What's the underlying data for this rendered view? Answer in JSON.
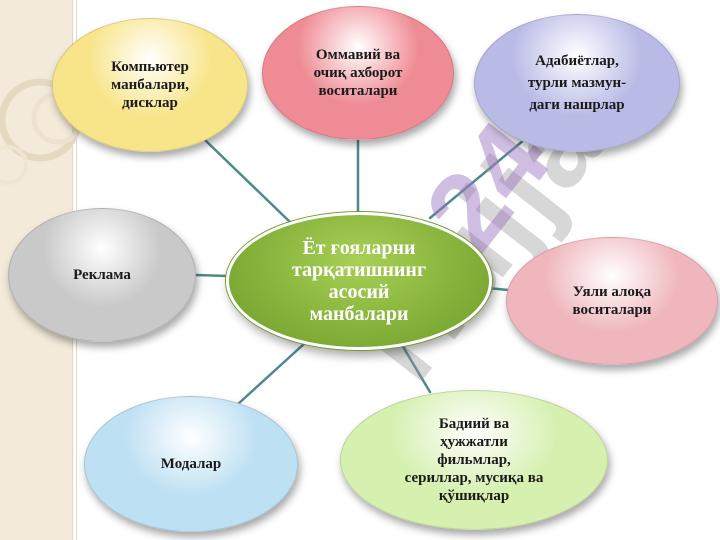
{
  "diagram": {
    "center": {
      "label": "Ёт ғояларни\nтарқатишнинг\nасосий\nманбалари"
    },
    "nodes": [
      {
        "id": "computer",
        "label": "Компьютер\nманбалари,\nдисклар",
        "fill": "#f8e58a"
      },
      {
        "id": "mass-media",
        "label": "Оммавий ва\nочиқ ахборот\nвоситалари",
        "fill": "#ef8b94"
      },
      {
        "id": "literature",
        "label": "Адабиётлар,\nтурли мазмун-\nдаги нашрлар",
        "fill": "#b9bbe6"
      },
      {
        "id": "mobile",
        "label": "Уяли алоқа\nвоситалари",
        "fill": "#efb7bd"
      },
      {
        "id": "films",
        "label": "Бадиий ва\nҳужжатли\nфильмлар,\nсериллар, мусиқа ва\nқўшиқлар",
        "fill": "#d6f0b0"
      },
      {
        "id": "fashion",
        "label": "Модалар",
        "fill": "#bde0f3"
      },
      {
        "id": "advertising",
        "label": "Реклама",
        "fill": "#c9c9c9"
      }
    ],
    "connector_color": "#4f8a8b"
  },
  "watermark": {
    "text": "Hujjat",
    "number": "24"
  }
}
